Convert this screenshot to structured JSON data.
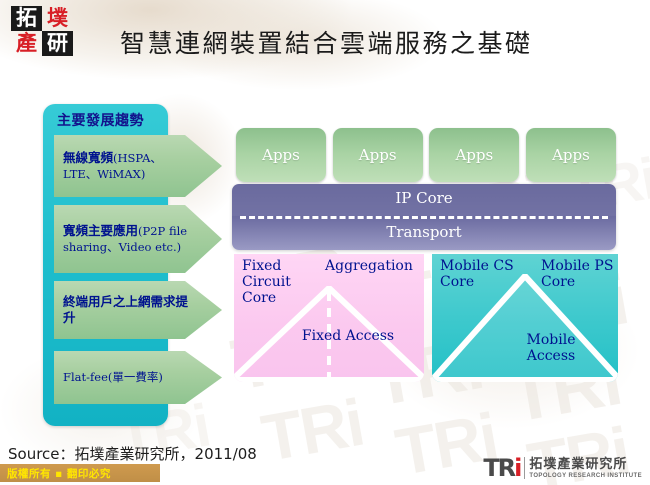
{
  "slide": {
    "title": "智慧連網裝置結合雲端服務之基礎",
    "logo": {
      "cells": [
        "拓",
        "墣",
        "產",
        "研"
      ]
    },
    "watermark_text": "TRi"
  },
  "trends": {
    "header": "主要發展趨勢",
    "items": [
      {
        "strong": "無線寬頻",
        "rest": "(HSPA、LTE、WiMAX)"
      },
      {
        "strong": "寬頻主要應用",
        "rest": "(P2P file sharing、Video etc.)"
      },
      {
        "strong": "終端用戶之上網需求提升",
        "rest": ""
      },
      {
        "strong": "",
        "rest": "Flat-fee(單一費率)"
      }
    ]
  },
  "architecture": {
    "apps": [
      "Apps",
      "Apps",
      "Apps",
      "Apps"
    ],
    "ip_core_label": "IP Core",
    "transport_label": "Transport",
    "fixed": {
      "circuit_core": "Fixed Circuit Core",
      "aggregation": "Aggregation",
      "access": "Fixed  Access"
    },
    "mobile": {
      "cs_core": "Mobile CS Core",
      "ps_core": "Mobile PS Core",
      "access": "Mobile Access"
    }
  },
  "footer": {
    "source": "Source：拓墣產業研究所，2011/08",
    "copyright": "版權所有 ▪ 翻印必究",
    "brand_mark": "TR",
    "brand_mark_i": "i",
    "brand_cn": "拓墣產業研究所",
    "brand_en": "TOPOLOGY RESEARCH INSTITUTE"
  },
  "colors": {
    "panel_teal": "#1fbecd",
    "arrow_green": "#a7cfa0",
    "apps_green": "#a9d3a4",
    "band_purple": "#6a6a9e",
    "fixed_pink": "#fbc9ef",
    "mobile_teal": "#3ec9cd",
    "label_blue": "#00128f",
    "footer_gold": "#c08f47",
    "footer_yellow": "#ffe600",
    "brand_red": "#d81f26"
  }
}
